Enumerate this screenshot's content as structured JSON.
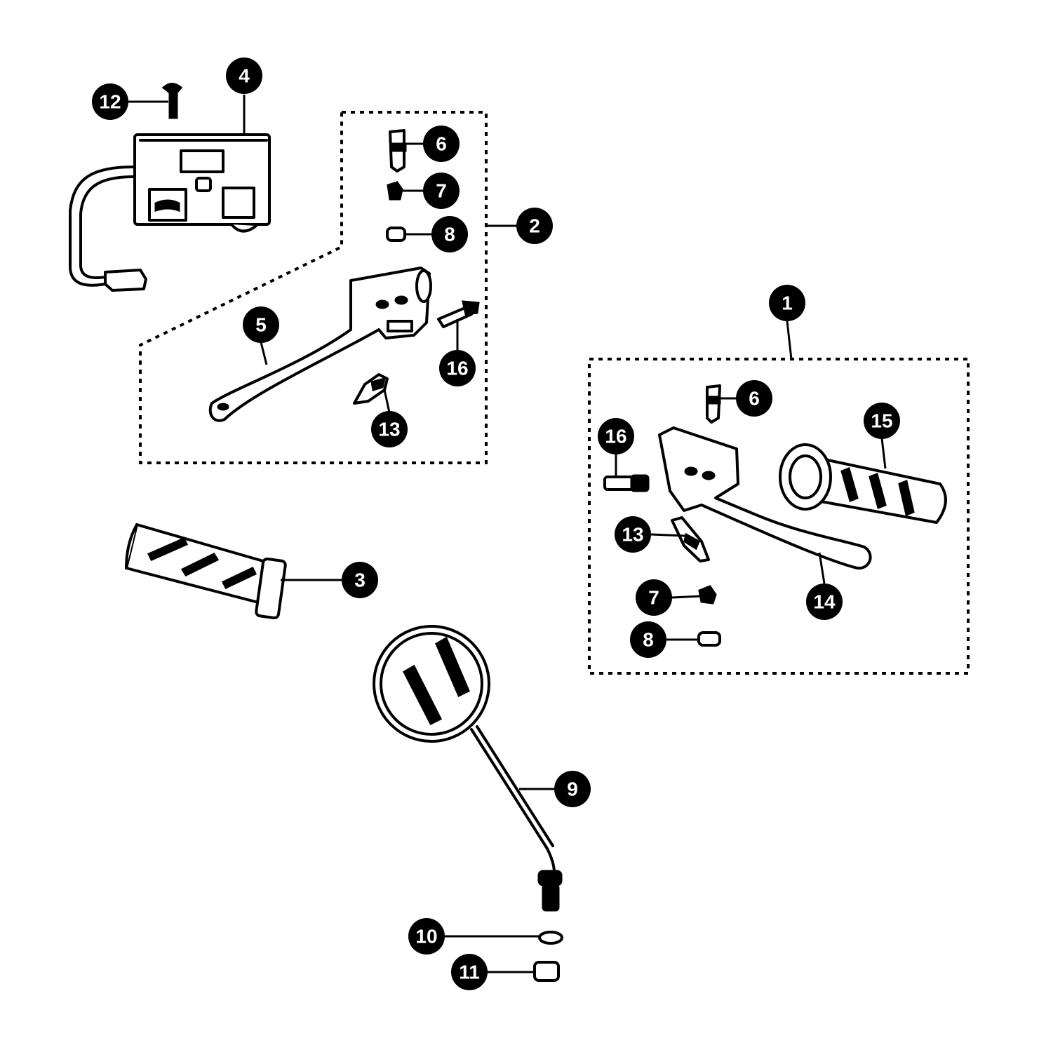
{
  "diagram": {
    "colors": {
      "ink": "#000000",
      "paper": "#ffffff"
    },
    "callouts": {
      "c1": "1",
      "c2": "2",
      "c3": "3",
      "c4": "4",
      "c5": "5",
      "c6a": "6",
      "c6b": "6",
      "c7a": "7",
      "c7b": "7",
      "c8a": "8",
      "c8b": "8",
      "c9": "9",
      "c10": "10",
      "c11": "11",
      "c12": "12",
      "c13a": "13",
      "c13b": "13",
      "c14": "14",
      "c15": "15",
      "c16a": "16",
      "c16b": "16"
    }
  }
}
